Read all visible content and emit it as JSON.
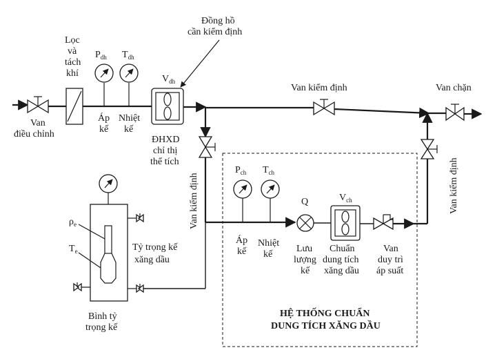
{
  "labels": {
    "van_dieu_chinh_1": "Van",
    "van_dieu_chinh_2": "điều chỉnh",
    "loc_1": "Lọc",
    "loc_2": "và",
    "loc_3": "tách",
    "loc_4": "khí",
    "p_dh_main": "P",
    "p_dh_sub": "dh",
    "t_dh_main": "T",
    "t_dh_sub": "dh",
    "ap_ke_1": "Áp",
    "ap_ke_2": "kế",
    "nhiet_ke_1": "Nhiệt",
    "nhiet_ke_2": "kế",
    "v_dh_main": "V",
    "v_dh_sub": "dh",
    "dong_ho_1": "Đồng hồ",
    "dong_ho_2": "cần kiểm định",
    "dhxd_1": "ĐHXD",
    "dhxd_2": "chỉ thị",
    "dhxd_3": "thể tích",
    "van_kiem_dinh_top": "Van kiểm định",
    "van_chan": "Van chặn",
    "van_kiem_dinh_left": "Van kiểm định",
    "van_kiem_dinh_right": "Van kiểm định",
    "p_ch_main": "P",
    "p_ch_sub": "ch",
    "t_ch_main": "T",
    "t_ch_sub": "ch",
    "q": "Q",
    "v_ch_main": "V",
    "v_ch_sub": "ch",
    "ap_ke_b_1": "Áp",
    "ap_ke_b_2": "kế",
    "nhiet_ke_b_1": "Nhiệt",
    "nhiet_ke_b_2": "kế",
    "luu_luong_1": "Lưu",
    "luu_luong_2": "lượng",
    "luu_luong_3": "kế",
    "chuan_1": "Chuẩn",
    "chuan_2": "dung tích",
    "chuan_3": "xăng dầu",
    "van_duy_tri_1": "Van",
    "van_duy_tri_2": "duy trì",
    "van_duy_tri_3": "áp suất",
    "rho_main": "ρ",
    "rho_sub": "e",
    "te_main": "T",
    "te_sub": "e",
    "ty_trong_1": "Tỷ trọng kế",
    "ty_trong_2": "xăng dầu",
    "binh_1": "Bình tỷ",
    "binh_2": "trọng kế",
    "he_thong_1": "HỆ THỐNG CHUẨN",
    "he_thong_2": "DUNG TÍCH XĂNG DẦU"
  }
}
